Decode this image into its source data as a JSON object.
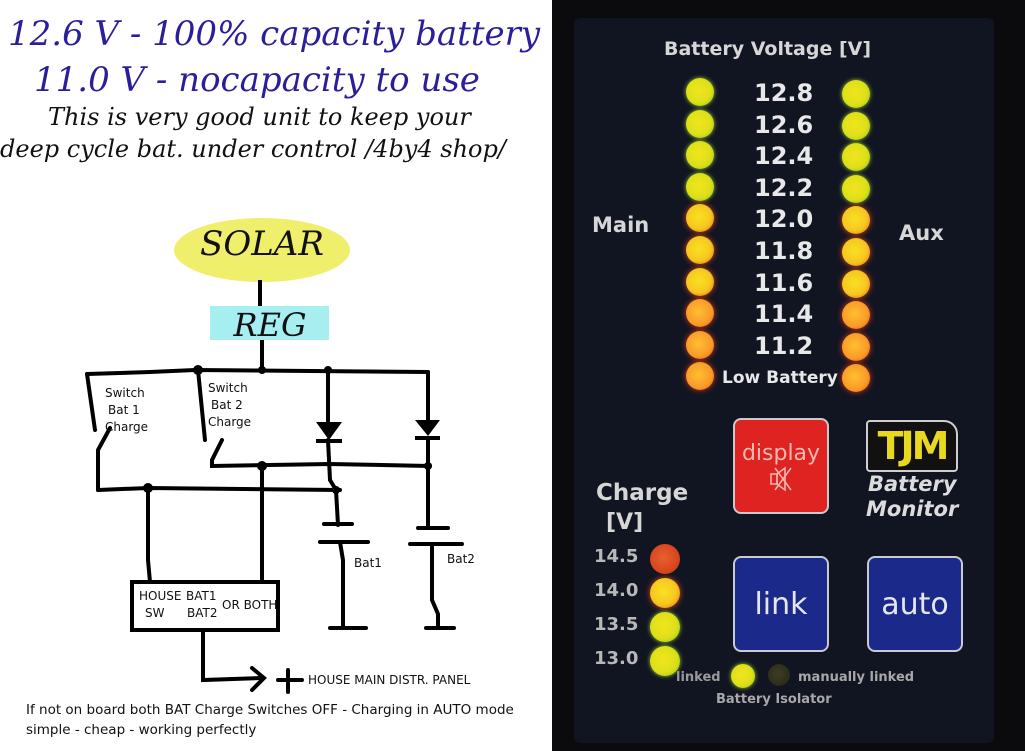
{
  "notes": {
    "line1": "12.6 V - 100% capacity battery",
    "line2": "11.0 V - nocapacity to use",
    "line3": "This is very good unit to keep your",
    "line4": "deep cycle bat. under control /4by4 shop/"
  },
  "schematic": {
    "solar": "SOLAR",
    "reg": "REG",
    "switch1": [
      "Switch",
      "Bat 1",
      "Charge"
    ],
    "switch2": [
      "Switch",
      "Bat 2",
      "Charge"
    ],
    "bat1": "Bat1",
    "bat2": "Bat2",
    "house_switch": {
      "col1": [
        "HOUSE",
        "SW"
      ],
      "col2": [
        "BAT1",
        "BAT2"
      ],
      "col3": "OR BOTH"
    },
    "panel_label": "HOUSE MAIN DISTR. PANEL",
    "plus_symbol": "+",
    "colors": {
      "solar": "#f0ef6c",
      "reg": "#a6eef0"
    }
  },
  "footer": {
    "line1": "If not on board both BAT Charge Switches OFF  - Charging in AUTO mode",
    "line2": "simple - cheap - working perfectly"
  },
  "monitor": {
    "title": "Battery Voltage [V]",
    "main_label": "Main",
    "aux_label": "Aux",
    "voltages": [
      {
        "label": "12.8",
        "main": "green",
        "aux": "green"
      },
      {
        "label": "12.6",
        "main": "green",
        "aux": "green"
      },
      {
        "label": "12.4",
        "main": "green",
        "aux": "green"
      },
      {
        "label": "12.2",
        "main": "green",
        "aux": "green"
      },
      {
        "label": "12.0",
        "main": "amber",
        "aux": "amber"
      },
      {
        "label": "11.8",
        "main": "amber",
        "aux": "amber"
      },
      {
        "label": "11.6",
        "main": "amber",
        "aux": "amber"
      },
      {
        "label": "11.4",
        "main": "orange",
        "aux": "orange"
      },
      {
        "label": "11.2",
        "main": "orange",
        "aux": "orange"
      },
      {
        "label": "Low Battery",
        "main": "orange",
        "aux": "orange"
      }
    ],
    "charge_title": "Charge",
    "charge_unit": "[V]",
    "charge": [
      {
        "label": "14.5",
        "color": "red"
      },
      {
        "label": "14.0",
        "color": "amber"
      },
      {
        "label": "13.5",
        "color": "green"
      },
      {
        "label": "13.0",
        "color": "green"
      }
    ],
    "buttons": {
      "display": "display",
      "link": "link",
      "auto": "auto"
    },
    "brand": {
      "logo": "TJM",
      "line1": "Battery",
      "line2": "Monitor"
    },
    "isolator": {
      "linked": "linked",
      "manual": "manually linked",
      "title": "Battery Isolator",
      "linked_state": "on",
      "manual_state": "off"
    }
  }
}
